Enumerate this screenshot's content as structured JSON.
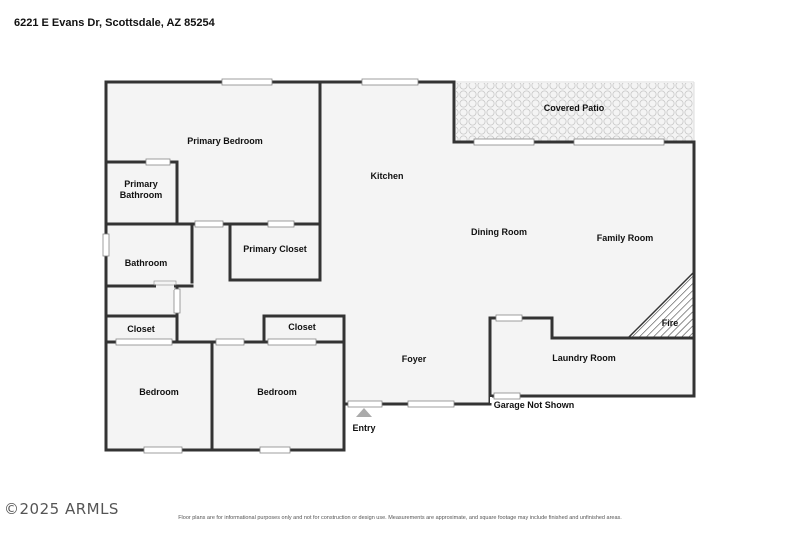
{
  "address": "6221 E Evans Dr, Scottsdale, AZ 85254",
  "watermark": "©2025 ARMLS",
  "disclaimer": "Floor plans are for informational purposes only and not for construction or design use. Measurements are approximate, and square footage may include finished and unfinished areas.",
  "rooms": {
    "covered_patio": "Covered Patio",
    "primary_bedroom": "Primary Bedroom",
    "kitchen": "Kitchen",
    "primary_bathroom_line1": "Primary",
    "primary_bathroom_line2": "Bathroom",
    "dining_room": "Dining Room",
    "family_room": "Family Room",
    "primary_closet": "Primary Closet",
    "bathroom": "Bathroom",
    "fire": "Fire",
    "closet_left": "Closet",
    "closet_right": "Closet",
    "foyer": "Foyer",
    "laundry_room": "Laundry Room",
    "bedroom_left": "Bedroom",
    "bedroom_right": "Bedroom",
    "entry": "Entry",
    "garage_not_shown": "Garage Not Shown"
  }
}
